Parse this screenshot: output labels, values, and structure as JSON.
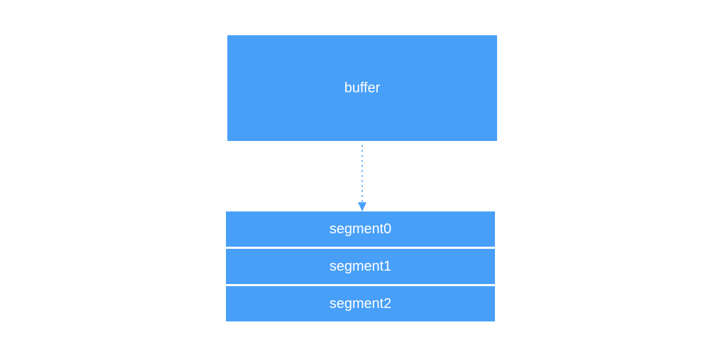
{
  "colors": {
    "box_fill": "#489ff8",
    "arrow": "#489ff8",
    "text": "#ffffff",
    "background": "#ffffff"
  },
  "buffer": {
    "label": "buffer"
  },
  "segments": [
    {
      "label": "segment0"
    },
    {
      "label": "segment1"
    },
    {
      "label": "segment2"
    }
  ],
  "connector": {
    "style": "dotted",
    "direction": "down",
    "from": "buffer",
    "to": "segment0"
  }
}
